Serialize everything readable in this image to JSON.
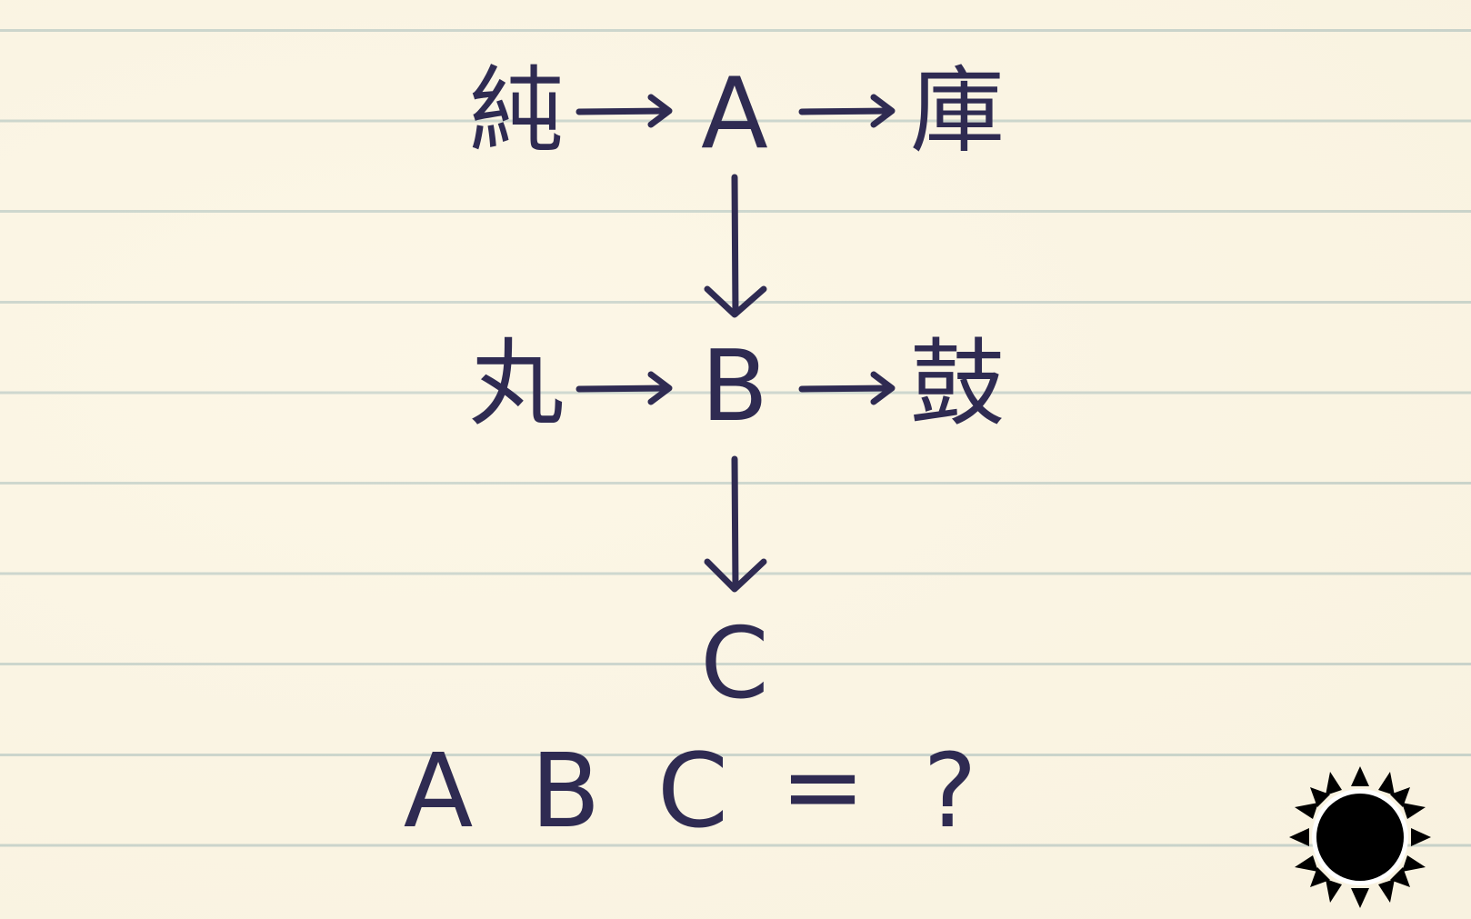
{
  "puzzle": {
    "row1": {
      "left": "純",
      "center": "A",
      "right": "庫"
    },
    "row2": {
      "left": "丸",
      "center": "B",
      "right": "鼓"
    },
    "row3": {
      "center": "C"
    },
    "question": {
      "a": "A",
      "b": "B",
      "c": "C",
      "equals": "=",
      "mark": "?"
    }
  },
  "icons": {
    "corner": "sun-icon"
  },
  "colors": {
    "ink": "#2f2b52",
    "paper": "#fbf5e4",
    "rule": "#b9c9c4"
  }
}
